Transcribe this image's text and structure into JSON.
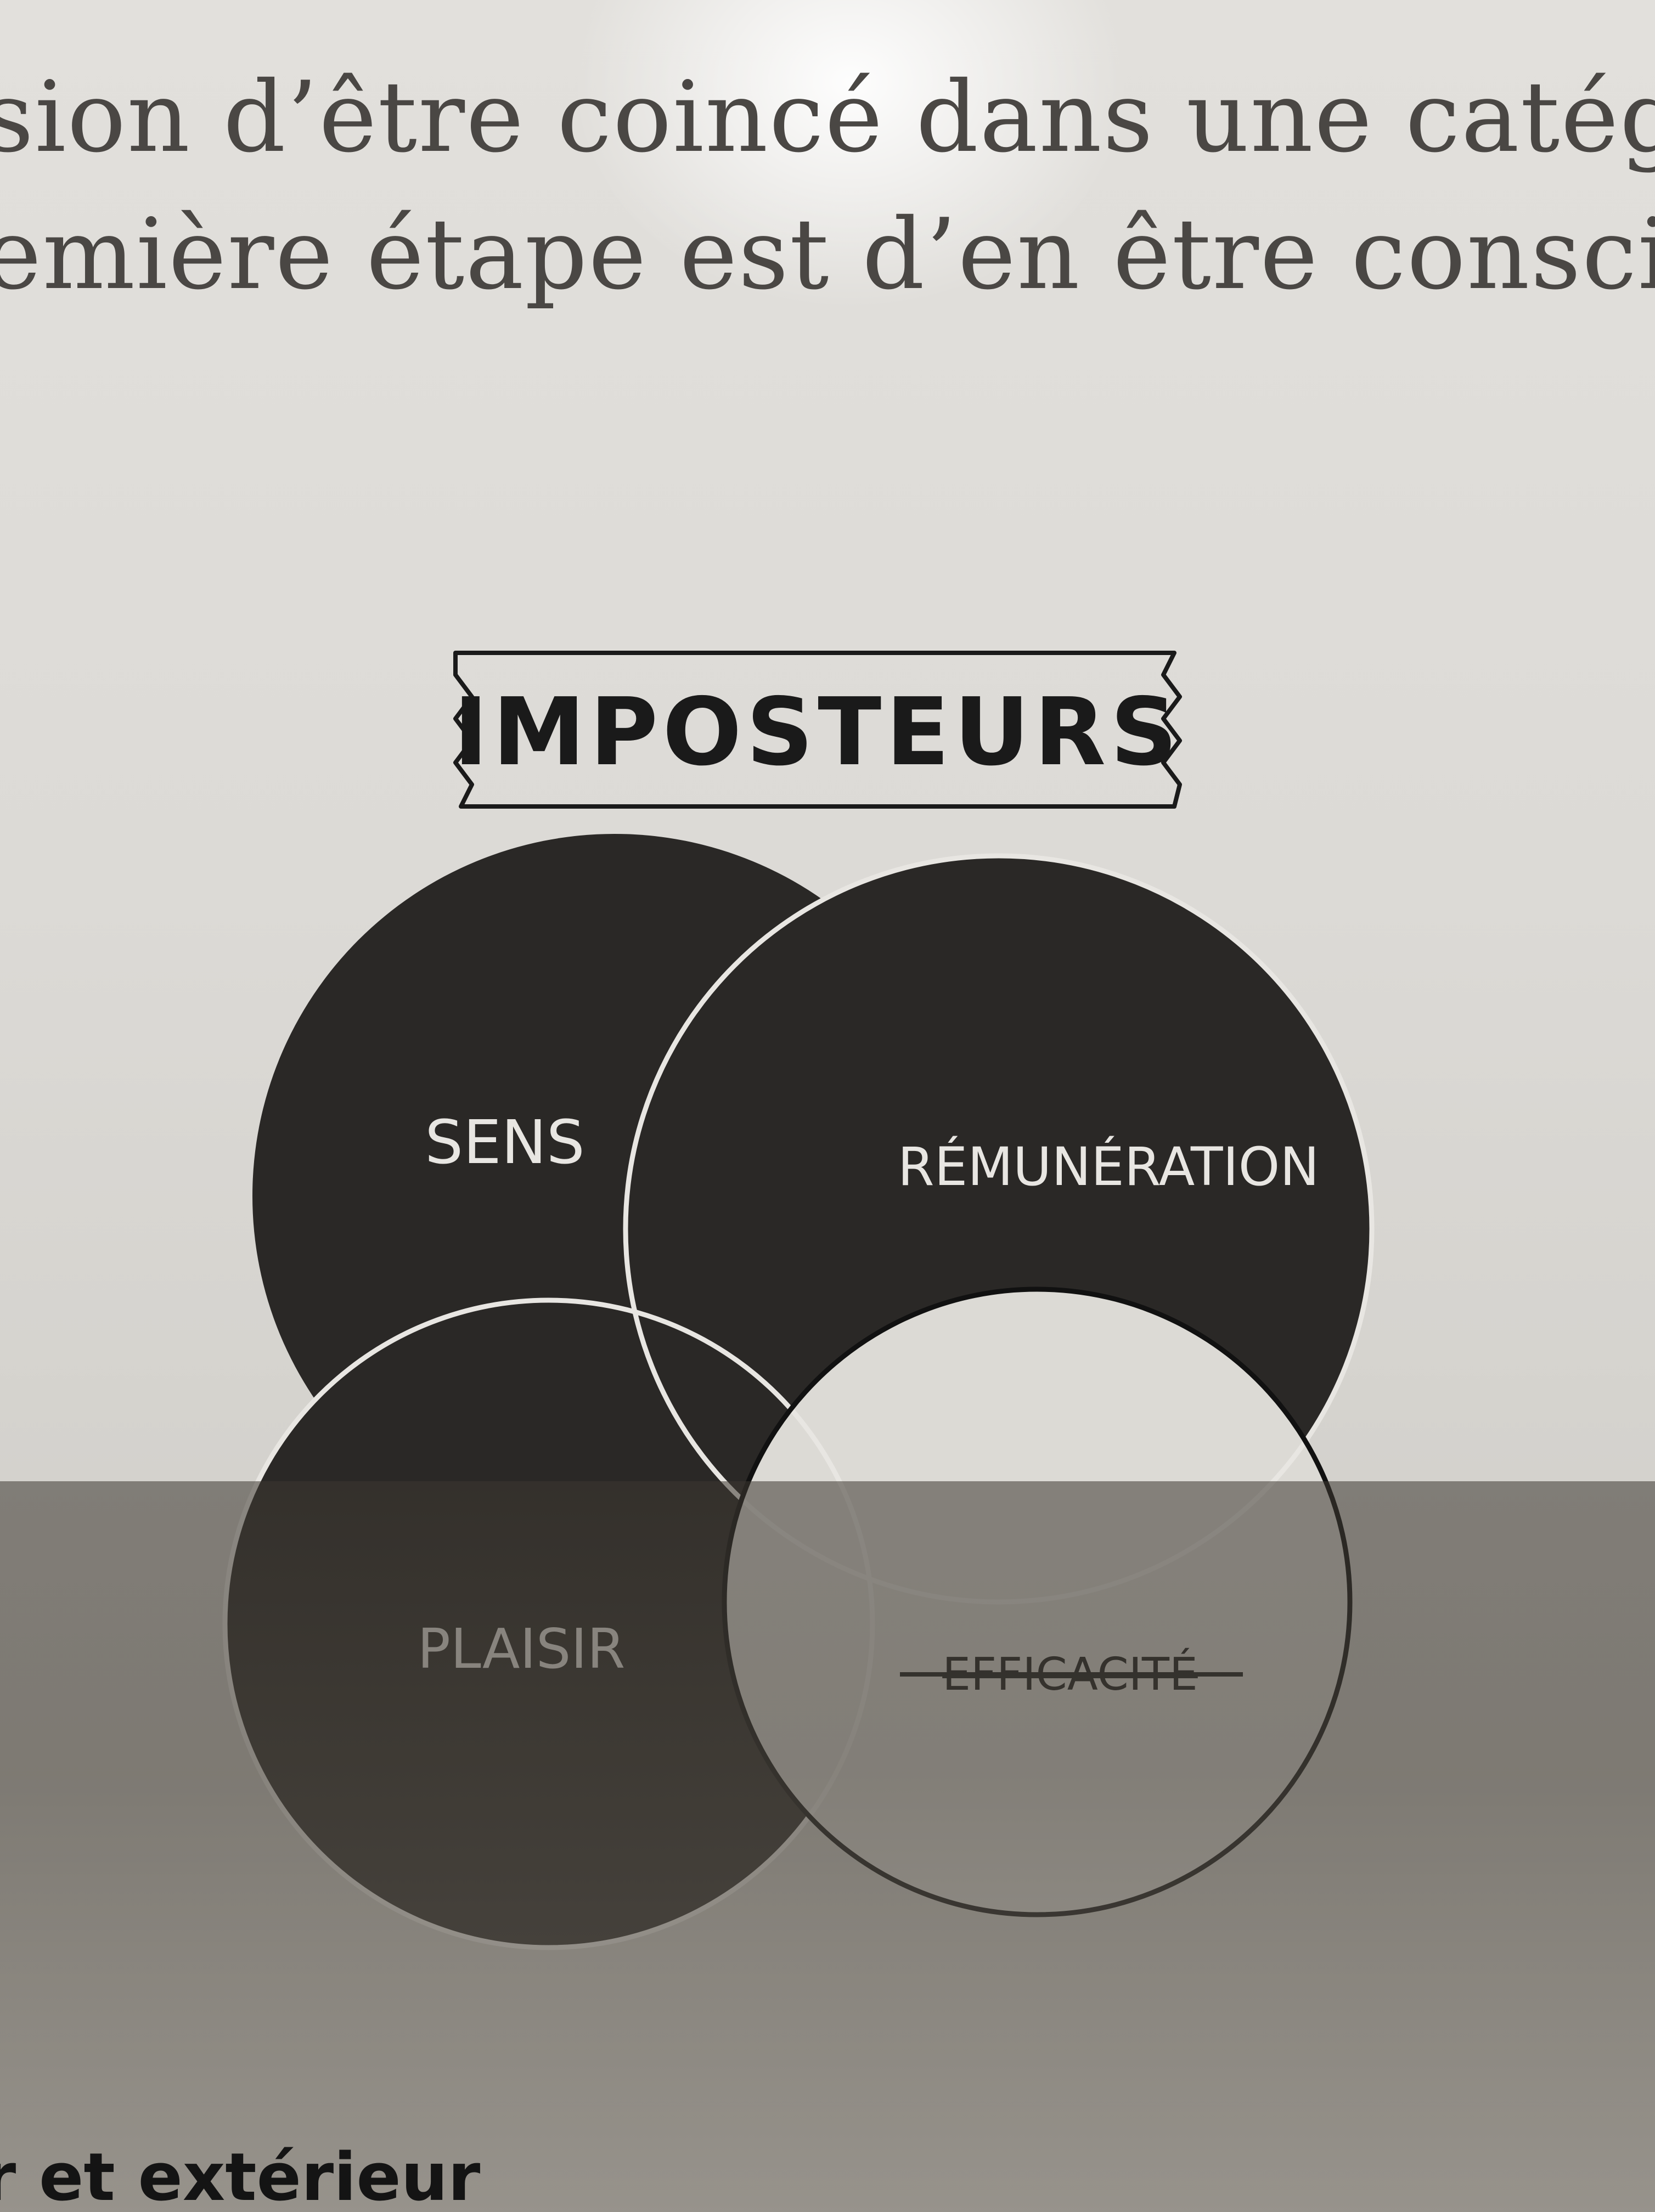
{
  "body_text": {
    "line1": "sion d’être coincé dans une catég",
    "line2": "emière étape est d’en être conscie"
  },
  "diagram": {
    "title": "IMPOSTEURS",
    "labels": {
      "sens": "SENS",
      "remuneration": "RÉMUNÉRATION",
      "plaisir": "PLAISIR",
      "efficacite": "EFFICACITÉ"
    },
    "colors": {
      "circle_fill": "#2a2826",
      "label_light": "#e8e6e2",
      "label_dark": "#1a1a1a",
      "outline": "#111111"
    }
  },
  "footer": {
    "heading_fragment": "r et extérieur"
  }
}
